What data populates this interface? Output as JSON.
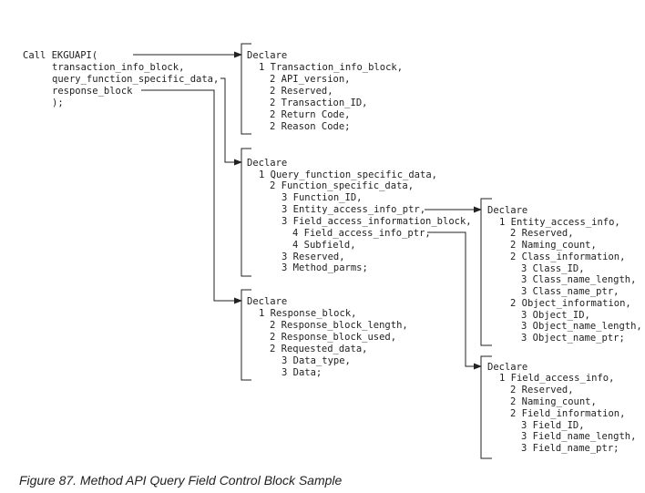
{
  "call": {
    "lines": [
      "Call EKGUAPI(",
      "transaction_info_block,",
      "query_function_specific_data,",
      "response_block",
      ");"
    ]
  },
  "blocks": {
    "transaction": [
      "Declare",
      "1 Transaction_info_block,",
      "2 API_version,",
      "2 Reserved,",
      "2 Transaction_ID,",
      "2 Return Code,",
      "2 Reason Code;"
    ],
    "query": [
      "Declare",
      "1 Query_function_specific_data,",
      "2 Function_specific_data,",
      "3 Function_ID,",
      "3 Entity_access_info_ptr,",
      "3 Field_access_information_block,",
      "4 Field_access_info_ptr,",
      "4 Subfield,",
      "3 Reserved,",
      "3 Method_parms;"
    ],
    "response": [
      "Declare",
      "1 Response_block,",
      "2 Response_block_length,",
      "2 Response_block_used,",
      "2 Requested_data,",
      "3 Data_type,",
      "3 Data;"
    ],
    "entity": [
      "Declare",
      "1 Entity_access_info,",
      "2 Reserved,",
      "2 Naming_count,",
      "2 Class_information,",
      "3 Class_ID,",
      "3 Class_name_length,",
      "3 Class_name_ptr,",
      "2 Object_information,",
      "3 Object_ID,",
      "3 Object_name_length,",
      "3 Object_name_ptr;"
    ],
    "field": [
      "Declare",
      "1 Field_access_info,",
      "2 Reserved,",
      "2 Naming_count,",
      "2 Field_information,",
      "3 Field_ID,",
      "3 Field_name_length,",
      "3 Field_name_ptr;"
    ]
  },
  "caption": "Figure 87. Method API Query Field Control Block Sample"
}
